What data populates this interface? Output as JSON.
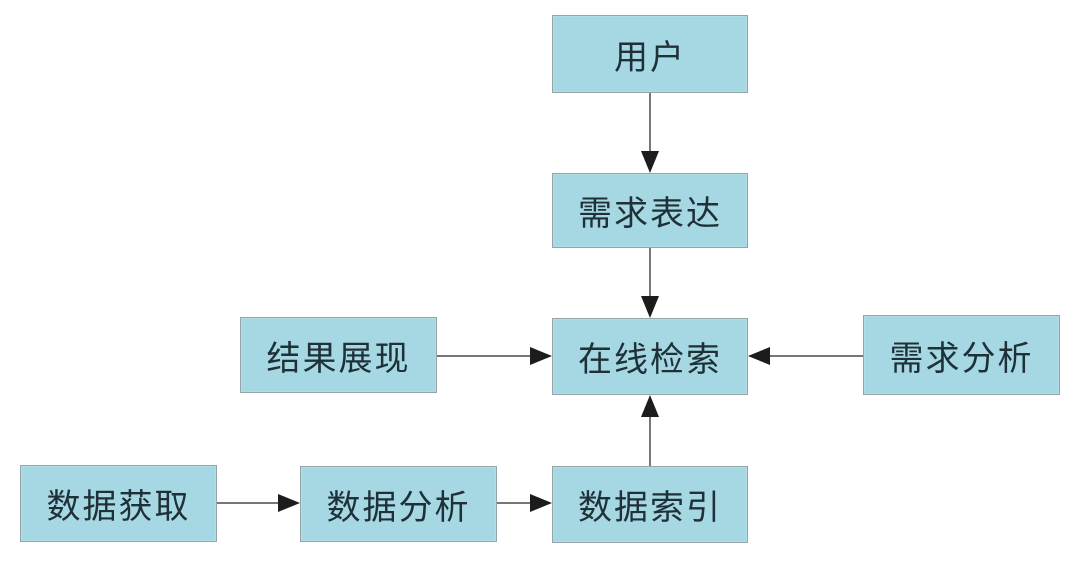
{
  "diagram": {
    "title": "online-retrieval-flowchart",
    "nodes": {
      "user": {
        "label": "用户"
      },
      "requirement_expression": {
        "label": "需求表达"
      },
      "result_display": {
        "label": "结果展现"
      },
      "online_search": {
        "label": "在线检索"
      },
      "requirement_analysis": {
        "label": "需求分析"
      },
      "data_acquisition": {
        "label": "数据获取"
      },
      "data_analysis": {
        "label": "数据分析"
      },
      "data_indexing": {
        "label": "数据索引"
      }
    },
    "edges": [
      {
        "from": "用户",
        "to": "需求表达",
        "direction": "down"
      },
      {
        "from": "需求表达",
        "to": "在线检索",
        "direction": "down"
      },
      {
        "from": "结果展现",
        "to": "在线检索",
        "direction": "right"
      },
      {
        "from": "需求分析",
        "to": "在线检索",
        "direction": "left"
      },
      {
        "from": "数据索引",
        "to": "在线检索",
        "direction": "up"
      },
      {
        "from": "数据获取",
        "to": "数据分析",
        "direction": "right"
      },
      {
        "from": "数据分析",
        "to": "数据索引",
        "direction": "right"
      }
    ],
    "colors": {
      "node_fill": "#a5d8e2",
      "node_border": "#95a4a8",
      "text": "#1f3038",
      "line": "#4a4a4a",
      "arrow": "#1c1c1c",
      "background": "#ffffff"
    }
  }
}
